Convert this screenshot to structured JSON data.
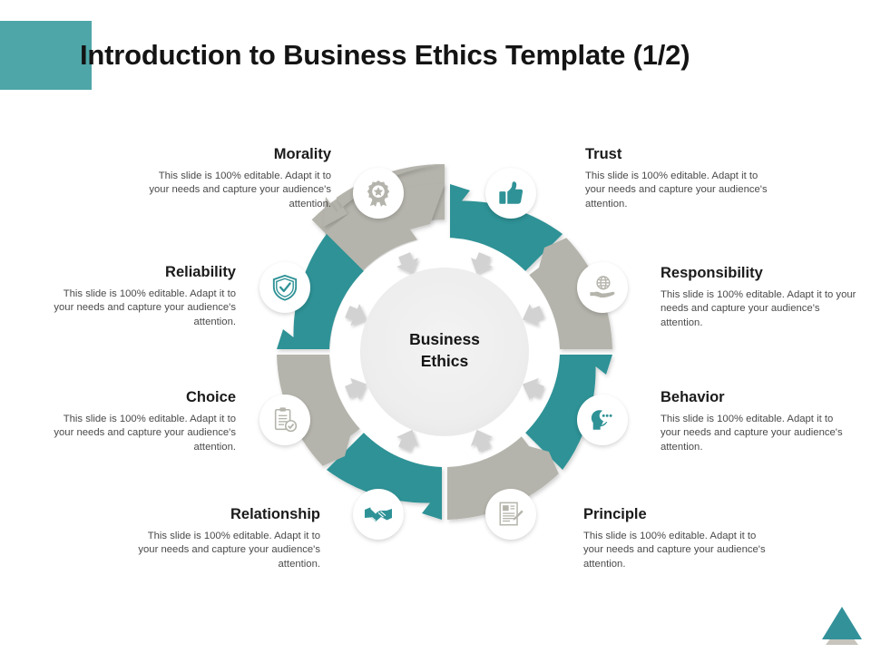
{
  "slide": {
    "title": "Introduction to Business Ethics Template (1/2)",
    "accent_color": "#4EA6A8",
    "teal_color": "#2F9296",
    "gray_color": "#B5B4AC",
    "center_fill": "#EFEFEF"
  },
  "center": {
    "line1": "Business",
    "line2": "Ethics"
  },
  "body_text": "This slide is 100% editable. Adapt it to your needs and capture your audience's attention.",
  "chart_data": {
    "type": "pie",
    "title": "Business Ethics",
    "subtitle": "",
    "legend_position": "around",
    "categories": [
      "Morality",
      "Trust",
      "Responsibility",
      "Behavior",
      "Principle",
      "Relationship",
      "Choice",
      "Reliability"
    ],
    "values": [
      12.5,
      12.5,
      12.5,
      12.5,
      12.5,
      12.5,
      12.5,
      12.5
    ],
    "colors": [
      "#B5B4AC",
      "#2F9296",
      "#B5B4AC",
      "#2F9296",
      "#B5B4AC",
      "#2F9296",
      "#B5B4AC",
      "#2F9296"
    ],
    "xlabel": "",
    "ylabel": "",
    "grid": false
  },
  "segments": [
    {
      "id": "morality",
      "label": "Morality",
      "body": "This slide is 100% editable. Adapt it to your needs and capture your audience's attention.",
      "icon": "medal-award-icon",
      "color": "#B5B4AC",
      "align": "right"
    },
    {
      "id": "trust",
      "label": "Trust",
      "body": "This slide is 100% editable. Adapt it to your needs and capture your audience's attention.",
      "icon": "thumbs-up-icon",
      "color": "#2F9296",
      "align": "left"
    },
    {
      "id": "responsibility",
      "label": "Responsibility",
      "body": "This slide is 100% editable. Adapt it to your needs and capture your audience's attention.",
      "icon": "globe-in-hand-icon",
      "color": "#B5B4AC",
      "align": "left"
    },
    {
      "id": "behavior",
      "label": "Behavior",
      "body": "This slide is 100% editable. Adapt it to your needs and capture your audience's attention.",
      "icon": "head-speech-bubble-icon",
      "color": "#2F9296",
      "align": "left"
    },
    {
      "id": "principle",
      "label": "Principle",
      "body": "This slide is 100% editable. Adapt it to your needs and capture your audience's attention.",
      "icon": "document-pen-icon",
      "color": "#B5B4AC",
      "align": "left"
    },
    {
      "id": "relationship",
      "label": "Relationship",
      "body": "This slide is 100% editable. Adapt it to your needs and capture your audience's attention.",
      "icon": "handshake-icon",
      "color": "#2F9296",
      "align": "right"
    },
    {
      "id": "choice",
      "label": "Choice",
      "body": "This slide is 100% editable. Adapt it to your needs and capture your audience's attention.",
      "icon": "clipboard-check-icon",
      "color": "#B5B4AC",
      "align": "right"
    },
    {
      "id": "reliability",
      "label": "Reliability",
      "body": "This slide is 100% editable. Adapt it to your needs and capture your audience's attention.",
      "icon": "shield-check-icon",
      "color": "#2F9296",
      "align": "right"
    }
  ],
  "corner": {
    "name": "triangle-decoration",
    "triangle_color": "#33919A",
    "shadow_color": "#C6C4BC"
  }
}
